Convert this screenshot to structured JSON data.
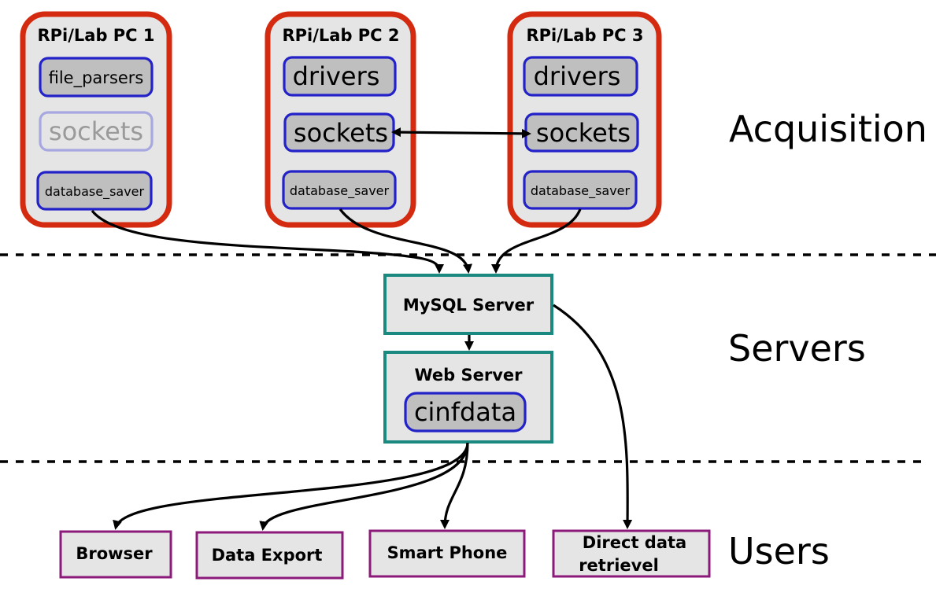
{
  "sections": {
    "acquisition": "Acquisition",
    "servers": "Servers",
    "users": "Users"
  },
  "pcs": [
    {
      "title": "RPi/Lab PC 1",
      "modules": [
        {
          "label": "file_parsers",
          "faded": false
        },
        {
          "label": "sockets",
          "faded": true
        },
        {
          "label": "database_saver",
          "faded": false
        }
      ]
    },
    {
      "title": "RPi/Lab PC 2",
      "modules": [
        {
          "label": "drivers",
          "faded": false
        },
        {
          "label": "sockets",
          "faded": false
        },
        {
          "label": "database_saver",
          "faded": false
        }
      ]
    },
    {
      "title": "RPi/Lab PC 3",
      "modules": [
        {
          "label": "drivers",
          "faded": false
        },
        {
          "label": "sockets",
          "faded": false
        },
        {
          "label": "database_saver",
          "faded": false
        }
      ]
    }
  ],
  "servers": {
    "mysql": "MySQL Server",
    "web": "Web Server",
    "web_module": "cinfdata"
  },
  "users": {
    "browser": "Browser",
    "export": "Data Export",
    "phone": "Smart Phone",
    "direct_line1": "Direct data",
    "direct_line2": "retrievel"
  },
  "colors": {
    "pc_border": "#d42a10",
    "module_border": "#2222c8",
    "server_border": "#1a8a80",
    "user_border": "#8b1a7a",
    "box_fill": "#e5e5e5",
    "module_fill": "#bfbfbf"
  }
}
